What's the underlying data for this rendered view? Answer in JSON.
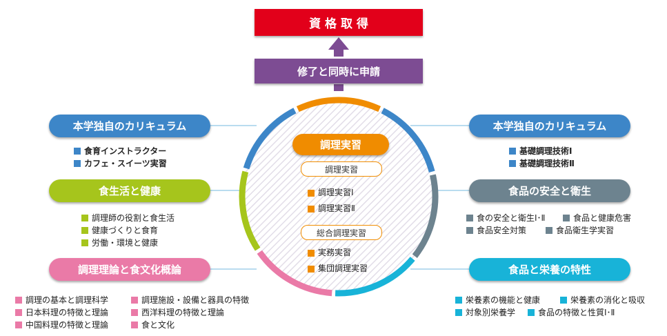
{
  "top": {
    "title": "資 格 取 得",
    "subtitle": "修了と同時に申請"
  },
  "center": {
    "header": "調理実習",
    "groups": [
      {
        "label": "調理実習",
        "items": [
          "調理実習Ⅰ",
          "調理実習Ⅱ"
        ]
      },
      {
        "label": "総合調理実習",
        "items": [
          "実務実習",
          "集団調理実習"
        ]
      }
    ]
  },
  "left": [
    {
      "title": "本学独自のカリキュラム",
      "items": [
        "食育インストラクター",
        "カフェ・スイーツ実習"
      ]
    },
    {
      "title": "食生活と健康",
      "items": [
        "調理師の役割と食生活",
        "健康づくりと食育",
        "労働・環境と健康"
      ]
    },
    {
      "title": "調理理論と食文化概論",
      "items": [
        "調理の基本と調理科学",
        "調理施設・設備と器具の特徴",
        "日本料理の特徴と理論",
        "西洋料理の特徴と理論",
        "中国料理の特徴と理論",
        "食と文化"
      ]
    }
  ],
  "right": [
    {
      "title": "本学独自のカリキュラム",
      "items": [
        "基礎調理技術Ⅰ",
        "基礎調理技術Ⅱ"
      ]
    },
    {
      "title": "食品の安全と衛生",
      "items": [
        "食の安全と衛生Ⅰ･Ⅱ",
        "食品と健康危害",
        "食品安全対策",
        "食品衛生学実習"
      ]
    },
    {
      "title": "食品と栄養の特性",
      "items": [
        "栄養素の機能と健康",
        "栄養素の消化と吸収",
        "対象別栄養学",
        "食品の特徴と性質Ⅰ･Ⅱ"
      ]
    }
  ],
  "colors": {
    "red": "#e2001a",
    "purple": "#7d4c93",
    "blue": "#3d86c8",
    "green": "#a6c51c",
    "pink": "#ea7aa7",
    "gray": "#6d838f",
    "cyan": "#18b3d8",
    "orange": "#f08c00"
  }
}
